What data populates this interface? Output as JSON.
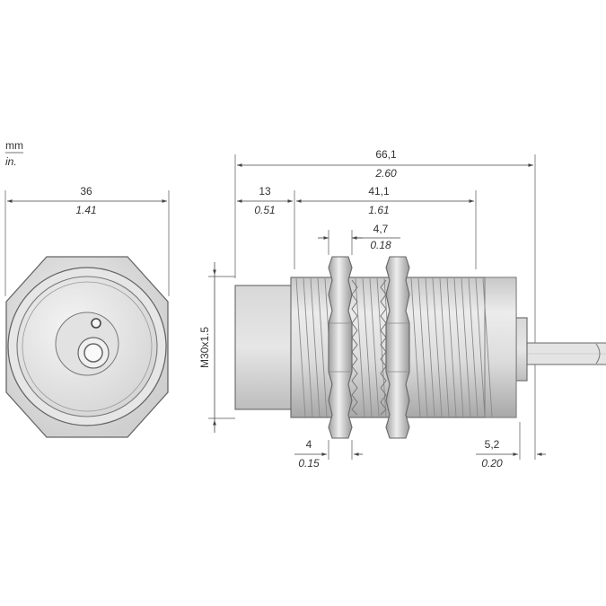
{
  "units": {
    "primary": "mm",
    "secondary": "in."
  },
  "dimensions": {
    "front_width": {
      "mm": "36",
      "in": "1.41"
    },
    "total_length": {
      "mm": "66,1",
      "in": "2.60"
    },
    "sensing_face": {
      "mm": "13",
      "in": "0.51"
    },
    "thread_length": {
      "mm": "41,1",
      "in": "1.61"
    },
    "nut_thickness": {
      "mm": "4,7",
      "in": "0.18"
    },
    "nut_offset": {
      "mm": "4",
      "in": "0.15"
    },
    "cable_gland": {
      "mm": "5,2",
      "in": "0.20"
    },
    "thread_size": "M30x1.5"
  },
  "colors": {
    "metal_light": "#ececec",
    "metal_mid": "#d2d2d2",
    "metal_dark": "#9c9c9c",
    "line": "#666666"
  }
}
